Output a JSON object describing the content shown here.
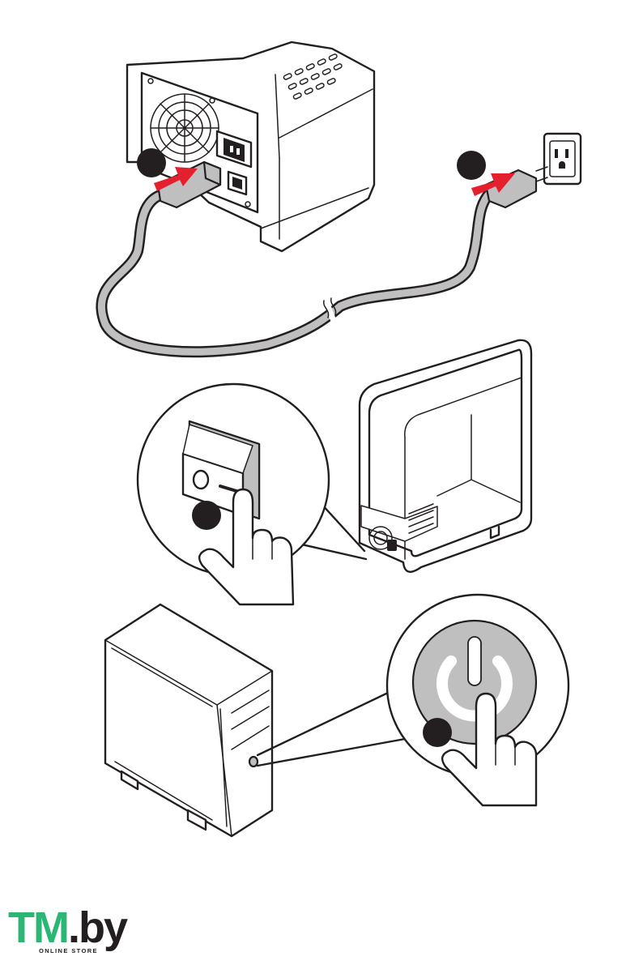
{
  "logo": {
    "brand_main": "TM",
    "brand_suffix": ".by",
    "tagline": "ONLINE STORE",
    "colors": {
      "main": "#2bb673",
      "suffix": "#231f20"
    }
  },
  "steps": [
    {
      "marker": "step-1-marker",
      "icon": "red-arrow-icon"
    },
    {
      "marker": "step-2-marker",
      "icon": "red-arrow-icon"
    },
    {
      "marker": "step-3-marker",
      "icon": "hand-pointer-icon"
    },
    {
      "marker": "step-4-marker",
      "icon": "power-icon"
    }
  ],
  "colors": {
    "arrow": "#e5202e",
    "outline": "#231f20",
    "cable": "#bfbfbf"
  }
}
